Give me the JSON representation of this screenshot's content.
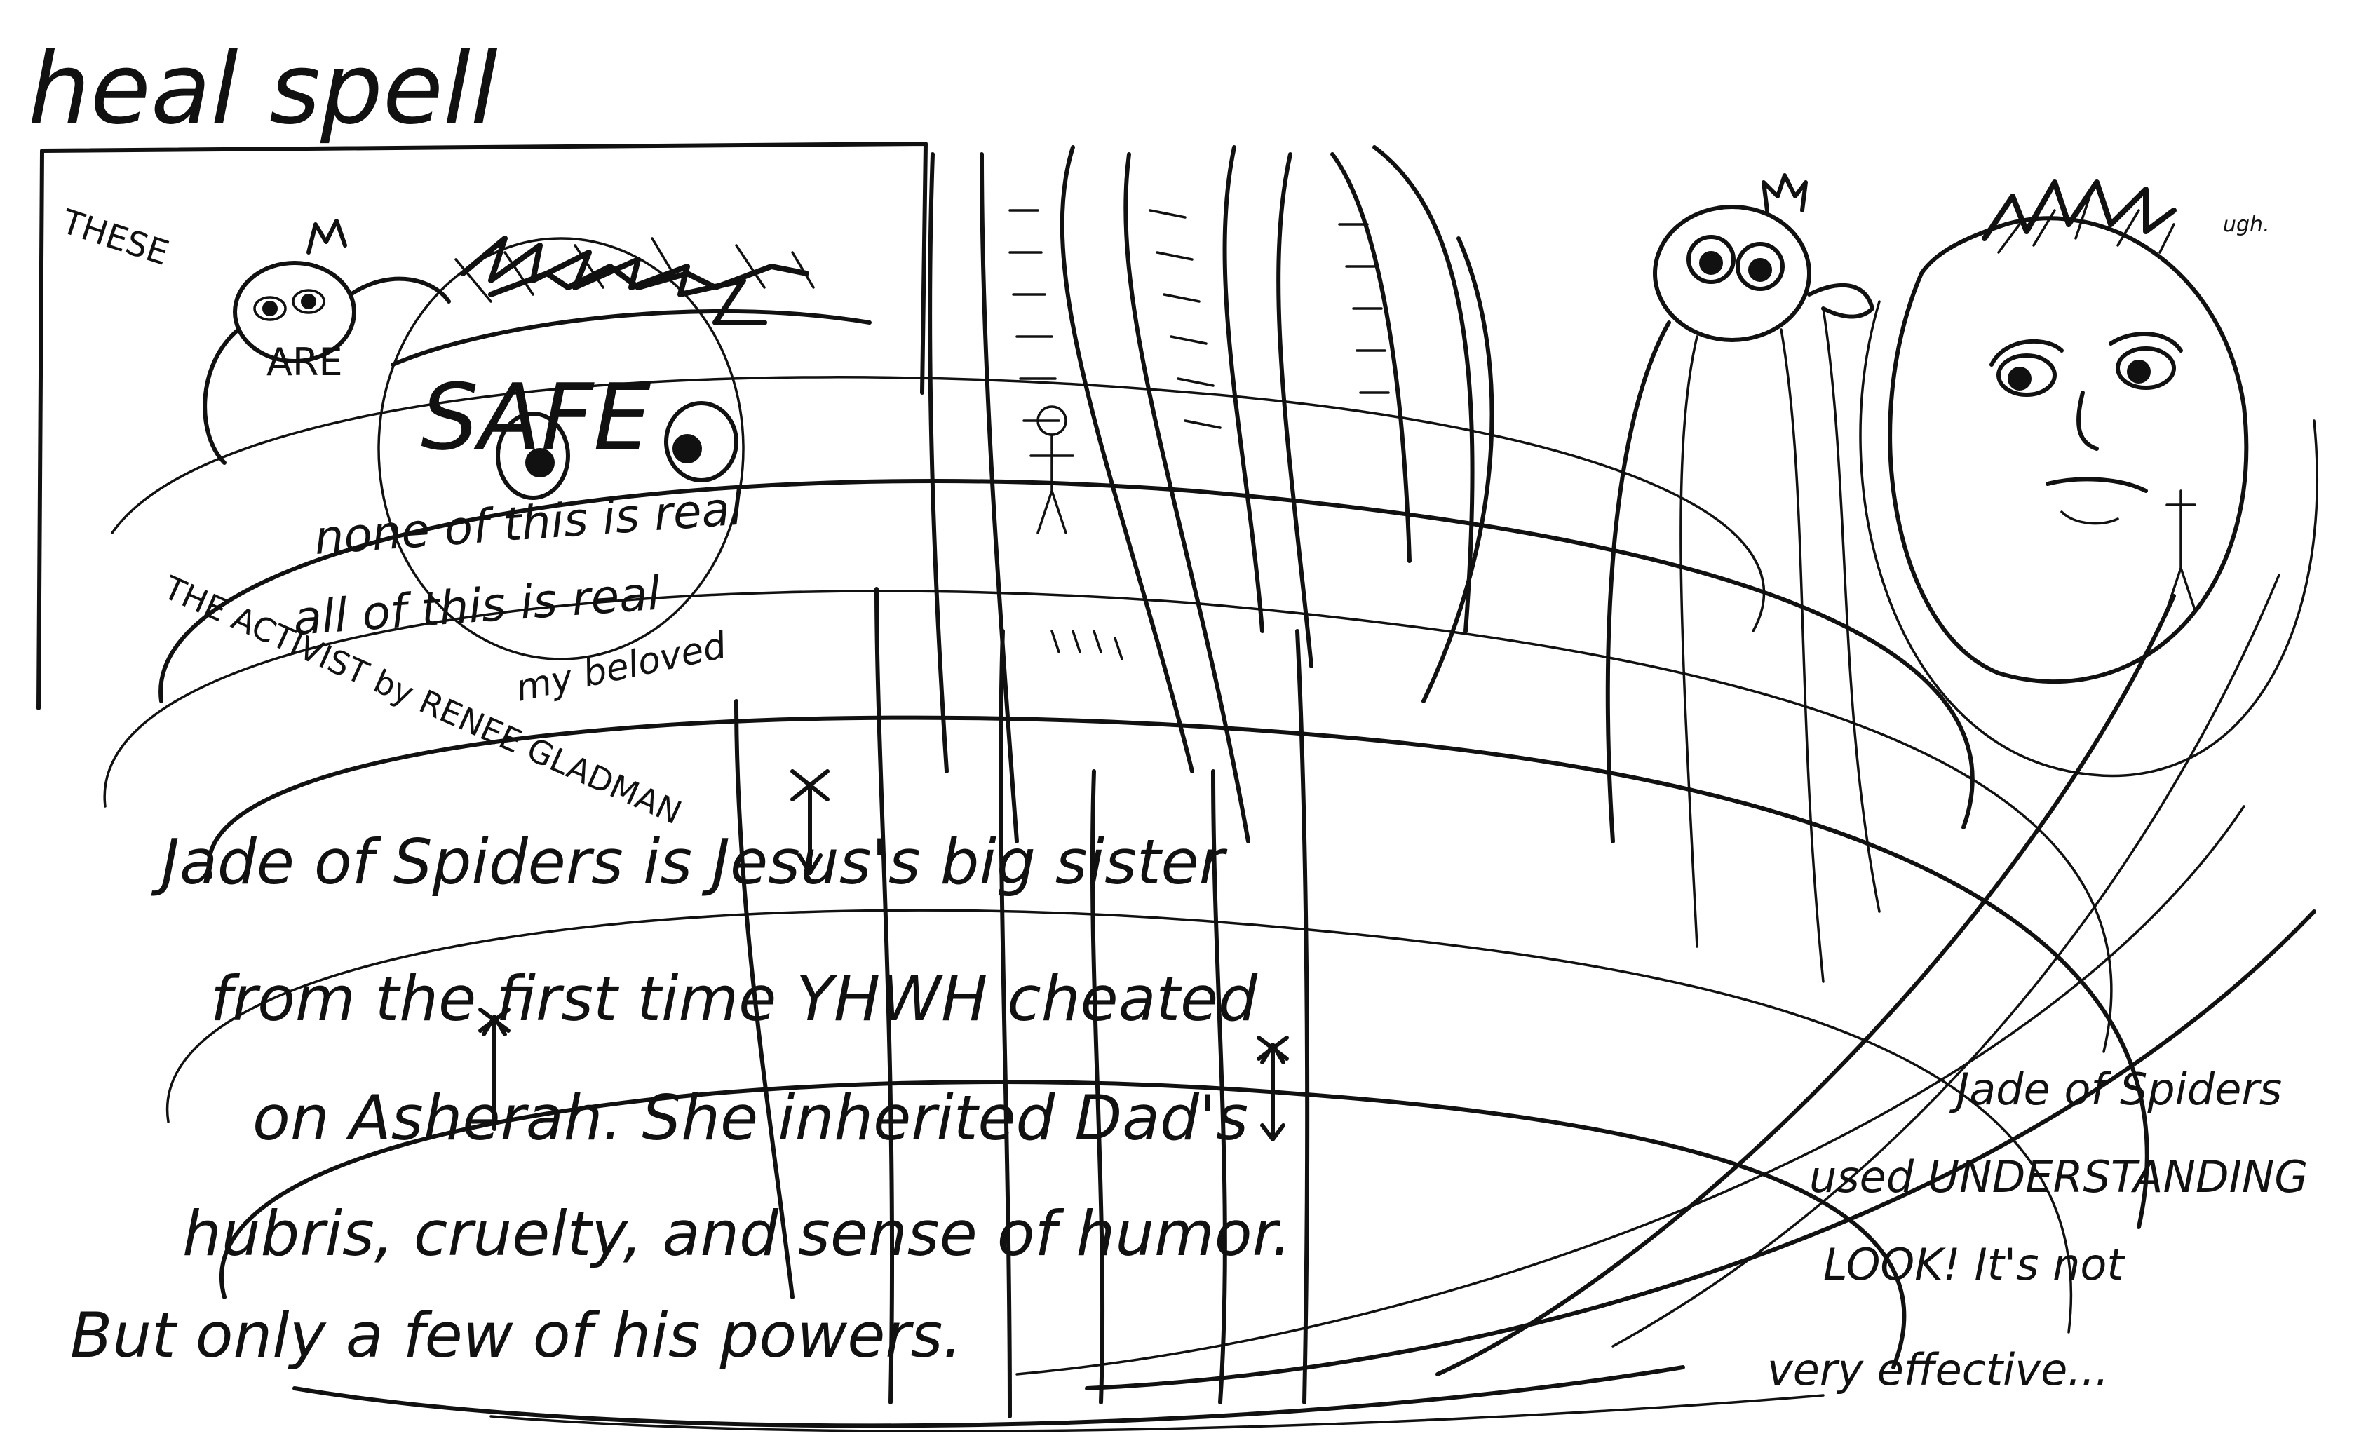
{
  "comic": {
    "title": "heal spell",
    "box_text": {
      "these": "THESE",
      "are": "ARE",
      "safe": "SAFE"
    },
    "lines": {
      "none_real": "none of this is real",
      "all_real": "all of this is real",
      "beloved": "my beloved",
      "activist": "THE ACTIVIST by RENEE GLADMAN"
    },
    "narration": [
      "Jade of Spiders is Jesus's big sister",
      "from the first time YHWH cheated",
      "on Asherah. She inherited Dad's",
      "hubris, cruelty, and sense of humor.",
      "But only a few of his powers."
    ],
    "caption": [
      "Jade of Spiders",
      "used UNDERSTANDING",
      "LOOK! It's not",
      "very effective..."
    ],
    "aside": "ugh.",
    "colors": {
      "ink": "#111111",
      "paper": "#ffffff"
    }
  }
}
